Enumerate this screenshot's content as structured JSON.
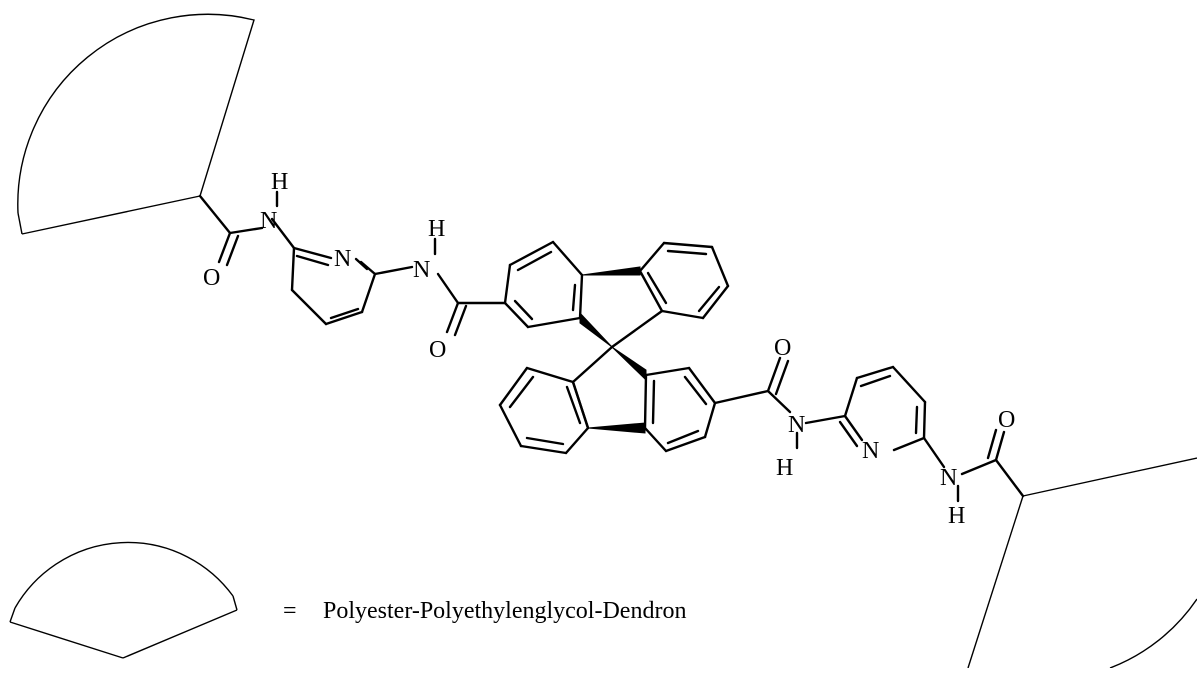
{
  "legend": {
    "equals": "=",
    "text": "Polyester-Polyethylenglycol-Dendron"
  },
  "atoms": {
    "h": "H",
    "n": "N",
    "o": "O"
  }
}
